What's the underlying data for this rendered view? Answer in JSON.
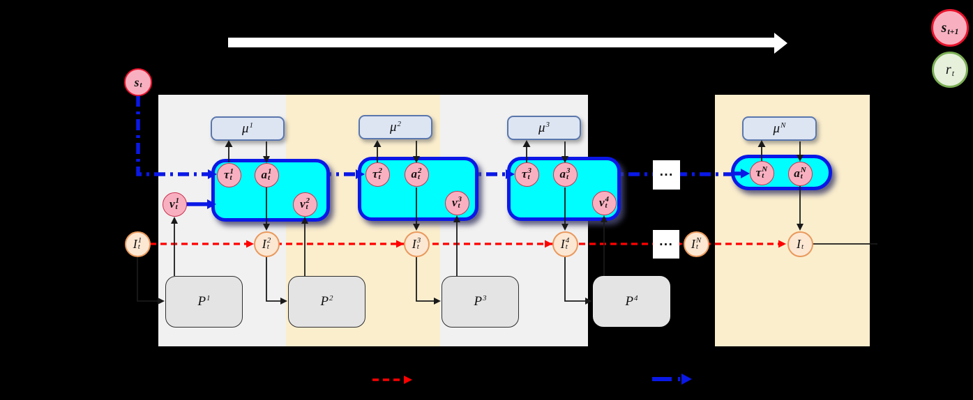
{
  "colors": {
    "background": "#000000",
    "panel_gray": "#F1F1F1",
    "panel_yellow": "#FBEECD",
    "cyan_block_fill": "#00FEFE",
    "blue_line": "#0A18E6",
    "red_line": "#FF0000",
    "pink_fill": "#F8B0C0",
    "pink_border": "#C9304E",
    "mu_fill": "#DDE5F3",
    "mu_border": "#5A77AD",
    "i_fill": "#FCE7D3",
    "i_border": "#E9995C",
    "p_fill": "#E4E4E4",
    "legend_green_fill": "#E6F0DB",
    "legend_green_border": "#7AAD54",
    "top_arrow": "#FFFFFF"
  },
  "nodes": {
    "s": {
      "base": "s",
      "sub": "t"
    },
    "tau": [
      {
        "base": "τ",
        "sub": "t",
        "sup": "1"
      },
      {
        "base": "τ",
        "sub": "t",
        "sup": "2"
      },
      {
        "base": "τ",
        "sub": "t",
        "sup": "3"
      },
      {
        "base": "τ",
        "sub": "t",
        "sup": "N"
      }
    ],
    "a": [
      {
        "base": "a",
        "sub": "t",
        "sup": "1"
      },
      {
        "base": "a",
        "sub": "t",
        "sup": "2"
      },
      {
        "base": "a",
        "sub": "t",
        "sup": "3"
      },
      {
        "base": "a",
        "sub": "t",
        "sup": "N"
      }
    ],
    "v": [
      {
        "base": "v",
        "sub": "t",
        "sup": "1"
      },
      {
        "base": "v",
        "sub": "t",
        "sup": "2"
      },
      {
        "base": "v",
        "sub": "t",
        "sup": "3"
      },
      {
        "base": "v",
        "sub": "t",
        "sup": "4"
      }
    ],
    "mu": [
      {
        "base": "μ",
        "sup": "1"
      },
      {
        "base": "μ",
        "sup": "2"
      },
      {
        "base": "μ",
        "sup": "3"
      },
      {
        "base": "μ",
        "sup": "N"
      }
    ],
    "I": [
      {
        "base": "I",
        "sub": "t",
        "sup": "1"
      },
      {
        "base": "I",
        "sub": "t",
        "sup": "2"
      },
      {
        "base": "I",
        "sub": "t",
        "sup": "3"
      },
      {
        "base": "I",
        "sub": "t",
        "sup": "4"
      },
      {
        "base": "I",
        "sub": "t",
        "sup": "N"
      },
      {
        "base": "I",
        "sub": "t",
        "sup": ""
      }
    ],
    "P": [
      {
        "base": "P",
        "sup": "1"
      },
      {
        "base": "P",
        "sup": "2"
      },
      {
        "base": "P",
        "sup": "3"
      },
      {
        "base": "P",
        "sup": "4"
      }
    ],
    "ellipsis_top": "···",
    "ellipsis_bottom": "···",
    "legend_s_next": {
      "base": "s",
      "sub": "t+1"
    },
    "legend_r": {
      "base": "r",
      "sub": "t"
    }
  }
}
